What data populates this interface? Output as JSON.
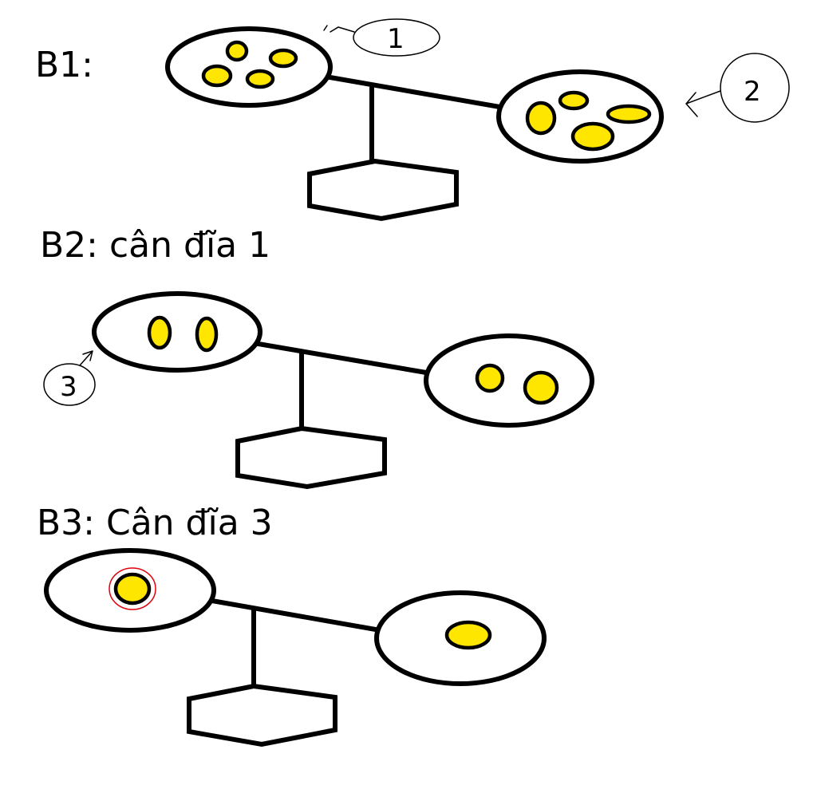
{
  "colors": {
    "ink": "#000000",
    "coin": "#ffe600",
    "highlight": "#e0000a",
    "background": "#ffffff"
  },
  "steps": [
    {
      "label": "B1:",
      "left_coins": 4,
      "right_coins": 4
    },
    {
      "label": "B2: cân đĩa 1",
      "left_coins": 2,
      "right_coins": 2
    },
    {
      "label": "B3: Cân đĩa 3",
      "left_coins": 1,
      "right_coins": 1
    }
  ],
  "markers": {
    "m1": "1",
    "m2": "2",
    "m3": "3"
  }
}
